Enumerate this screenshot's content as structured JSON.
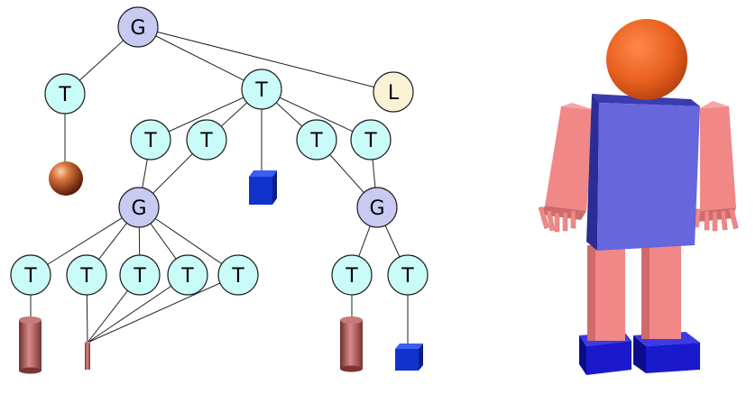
{
  "scene_graph": {
    "node_labels": {
      "group": "G",
      "transform": "T",
      "light": "L"
    },
    "colors": {
      "group_fill": "#c9caf2",
      "transform_fill": "#c9fbf8",
      "light_fill": "#fbf2d6",
      "node_stroke": "#222222",
      "edge": "#222222"
    },
    "nodes": [
      {
        "id": "g-root",
        "kind": "group"
      },
      {
        "id": "t-head",
        "kind": "transform"
      },
      {
        "id": "t-body",
        "kind": "transform"
      },
      {
        "id": "l-light",
        "kind": "light"
      },
      {
        "id": "t-arm-left",
        "kind": "transform"
      },
      {
        "id": "t-2",
        "kind": "transform"
      },
      {
        "id": "t-3",
        "kind": "transform"
      },
      {
        "id": "t-arm-right",
        "kind": "transform"
      },
      {
        "id": "g-hand-left",
        "kind": "group"
      },
      {
        "id": "g-hand-right",
        "kind": "group"
      },
      {
        "id": "t-lower-arm",
        "kind": "transform"
      },
      {
        "id": "t-finger-1",
        "kind": "transform"
      },
      {
        "id": "t-finger-2",
        "kind": "transform"
      },
      {
        "id": "t-finger-3",
        "kind": "transform"
      },
      {
        "id": "t-finger-4",
        "kind": "transform"
      },
      {
        "id": "t-leg",
        "kind": "transform"
      },
      {
        "id": "t-foot",
        "kind": "transform"
      }
    ],
    "leaves": [
      {
        "id": "sphere",
        "kind": "sphere",
        "color": "#c8582a"
      },
      {
        "id": "cube-mid",
        "kind": "box",
        "color": "#1133cc"
      },
      {
        "id": "cyl-left",
        "kind": "cylinder",
        "color": "#b05a5a"
      },
      {
        "id": "cyl-small",
        "kind": "cylinder",
        "color": "#c06a6a"
      },
      {
        "id": "cyl-right",
        "kind": "cylinder",
        "color": "#b05a5a"
      },
      {
        "id": "cube-right",
        "kind": "box",
        "color": "#1133cc"
      }
    ]
  },
  "figure": {
    "colors": {
      "head": "#e8601f",
      "torso": "#6666dd",
      "limb": "#f08888",
      "foot": "#1a1acc"
    }
  }
}
